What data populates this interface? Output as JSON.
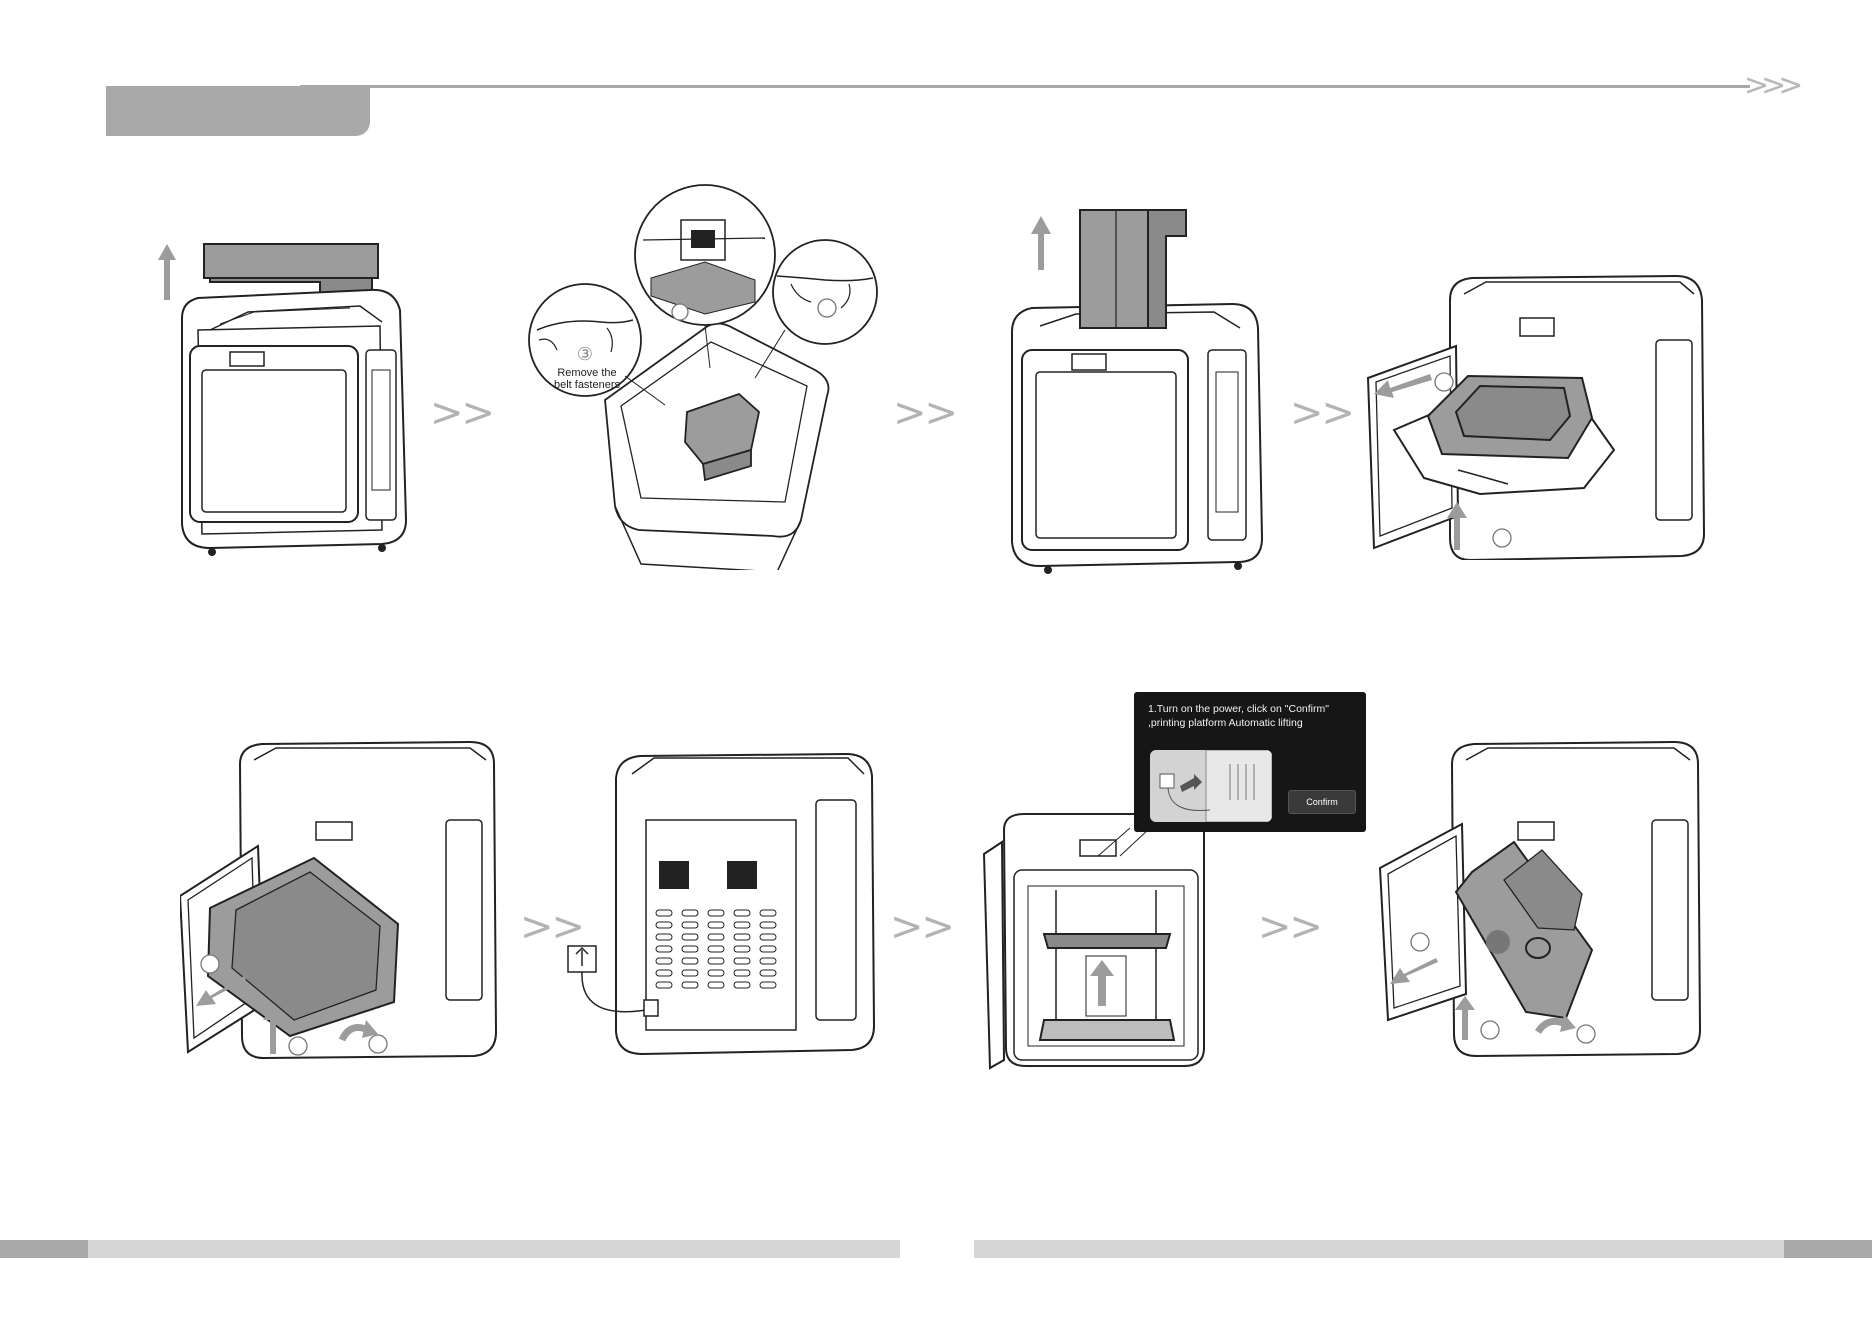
{
  "header": {
    "section_title": "",
    "chevrons": ">>>"
  },
  "separators": {
    "arrow": ">>"
  },
  "steps": {
    "step2_callout_number": "③",
    "step2_callout_text_line1": "Remove the",
    "step2_callout_text_line2": "belt fasteners"
  },
  "screen_popup": {
    "message": "1.Turn on the power, click on \"Confirm\" ,printing platform Automatic lifting",
    "confirm_label": "Confirm"
  },
  "colors": {
    "accent_gray": "#a9a9a9",
    "light_gray": "#d6d6d6",
    "line": "#222222",
    "popup_bg": "#161616"
  }
}
